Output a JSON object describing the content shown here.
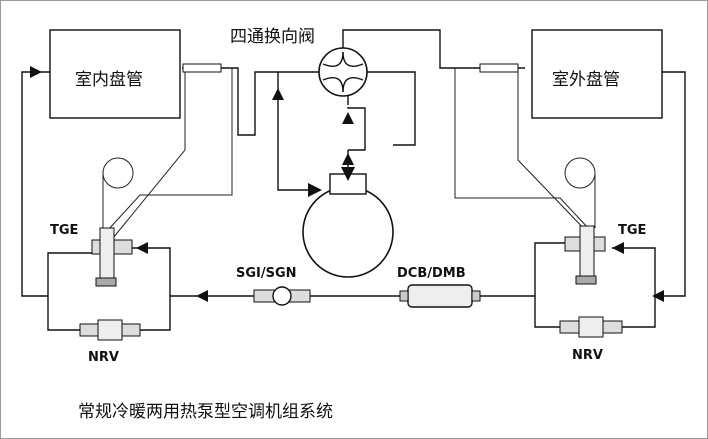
{
  "labels": {
    "indoor_coil": "室内盘管",
    "outdoor_coil": "室外盘管",
    "reversing_valve": "四通换向阀",
    "tge_left": "TGE",
    "tge_right": "TGE",
    "nrv_left": "NRV",
    "nrv_right": "NRV",
    "sight_glass": "SGI/SGN",
    "drier": "DCB/DMB",
    "caption": "常规冷暖两用热泵型空调机组系统"
  }
}
